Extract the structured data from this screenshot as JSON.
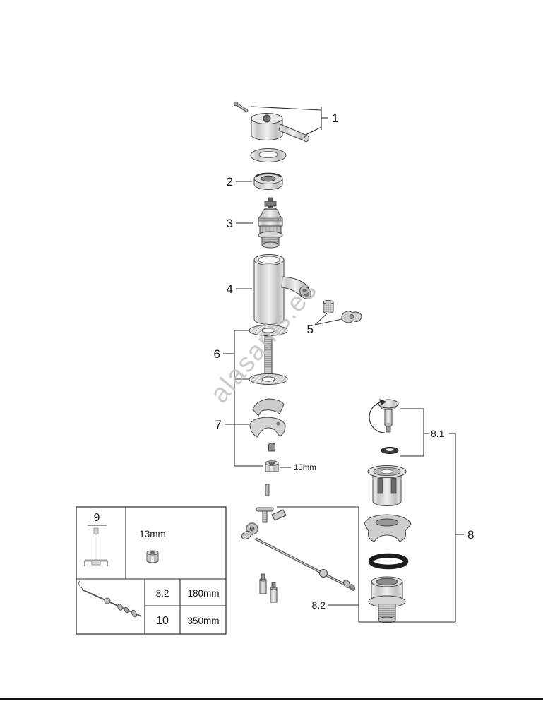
{
  "watermark": {
    "text": "alasanis.es"
  },
  "callouts": {
    "c1": "1",
    "c2": "2",
    "c3": "3",
    "c4": "4",
    "c5": "5",
    "c6": "6",
    "c7": "7",
    "c8": "8",
    "c8_1": "8.1",
    "c8_2": "8.2"
  },
  "annotations": {
    "nut_size": "13mm"
  },
  "legend": {
    "tool_callout": "9",
    "tool_size": "13mm",
    "table": {
      "rows": [
        {
          "part": "8.2",
          "length": "180mm"
        },
        {
          "part": "10",
          "length": "350mm"
        }
      ]
    }
  }
}
